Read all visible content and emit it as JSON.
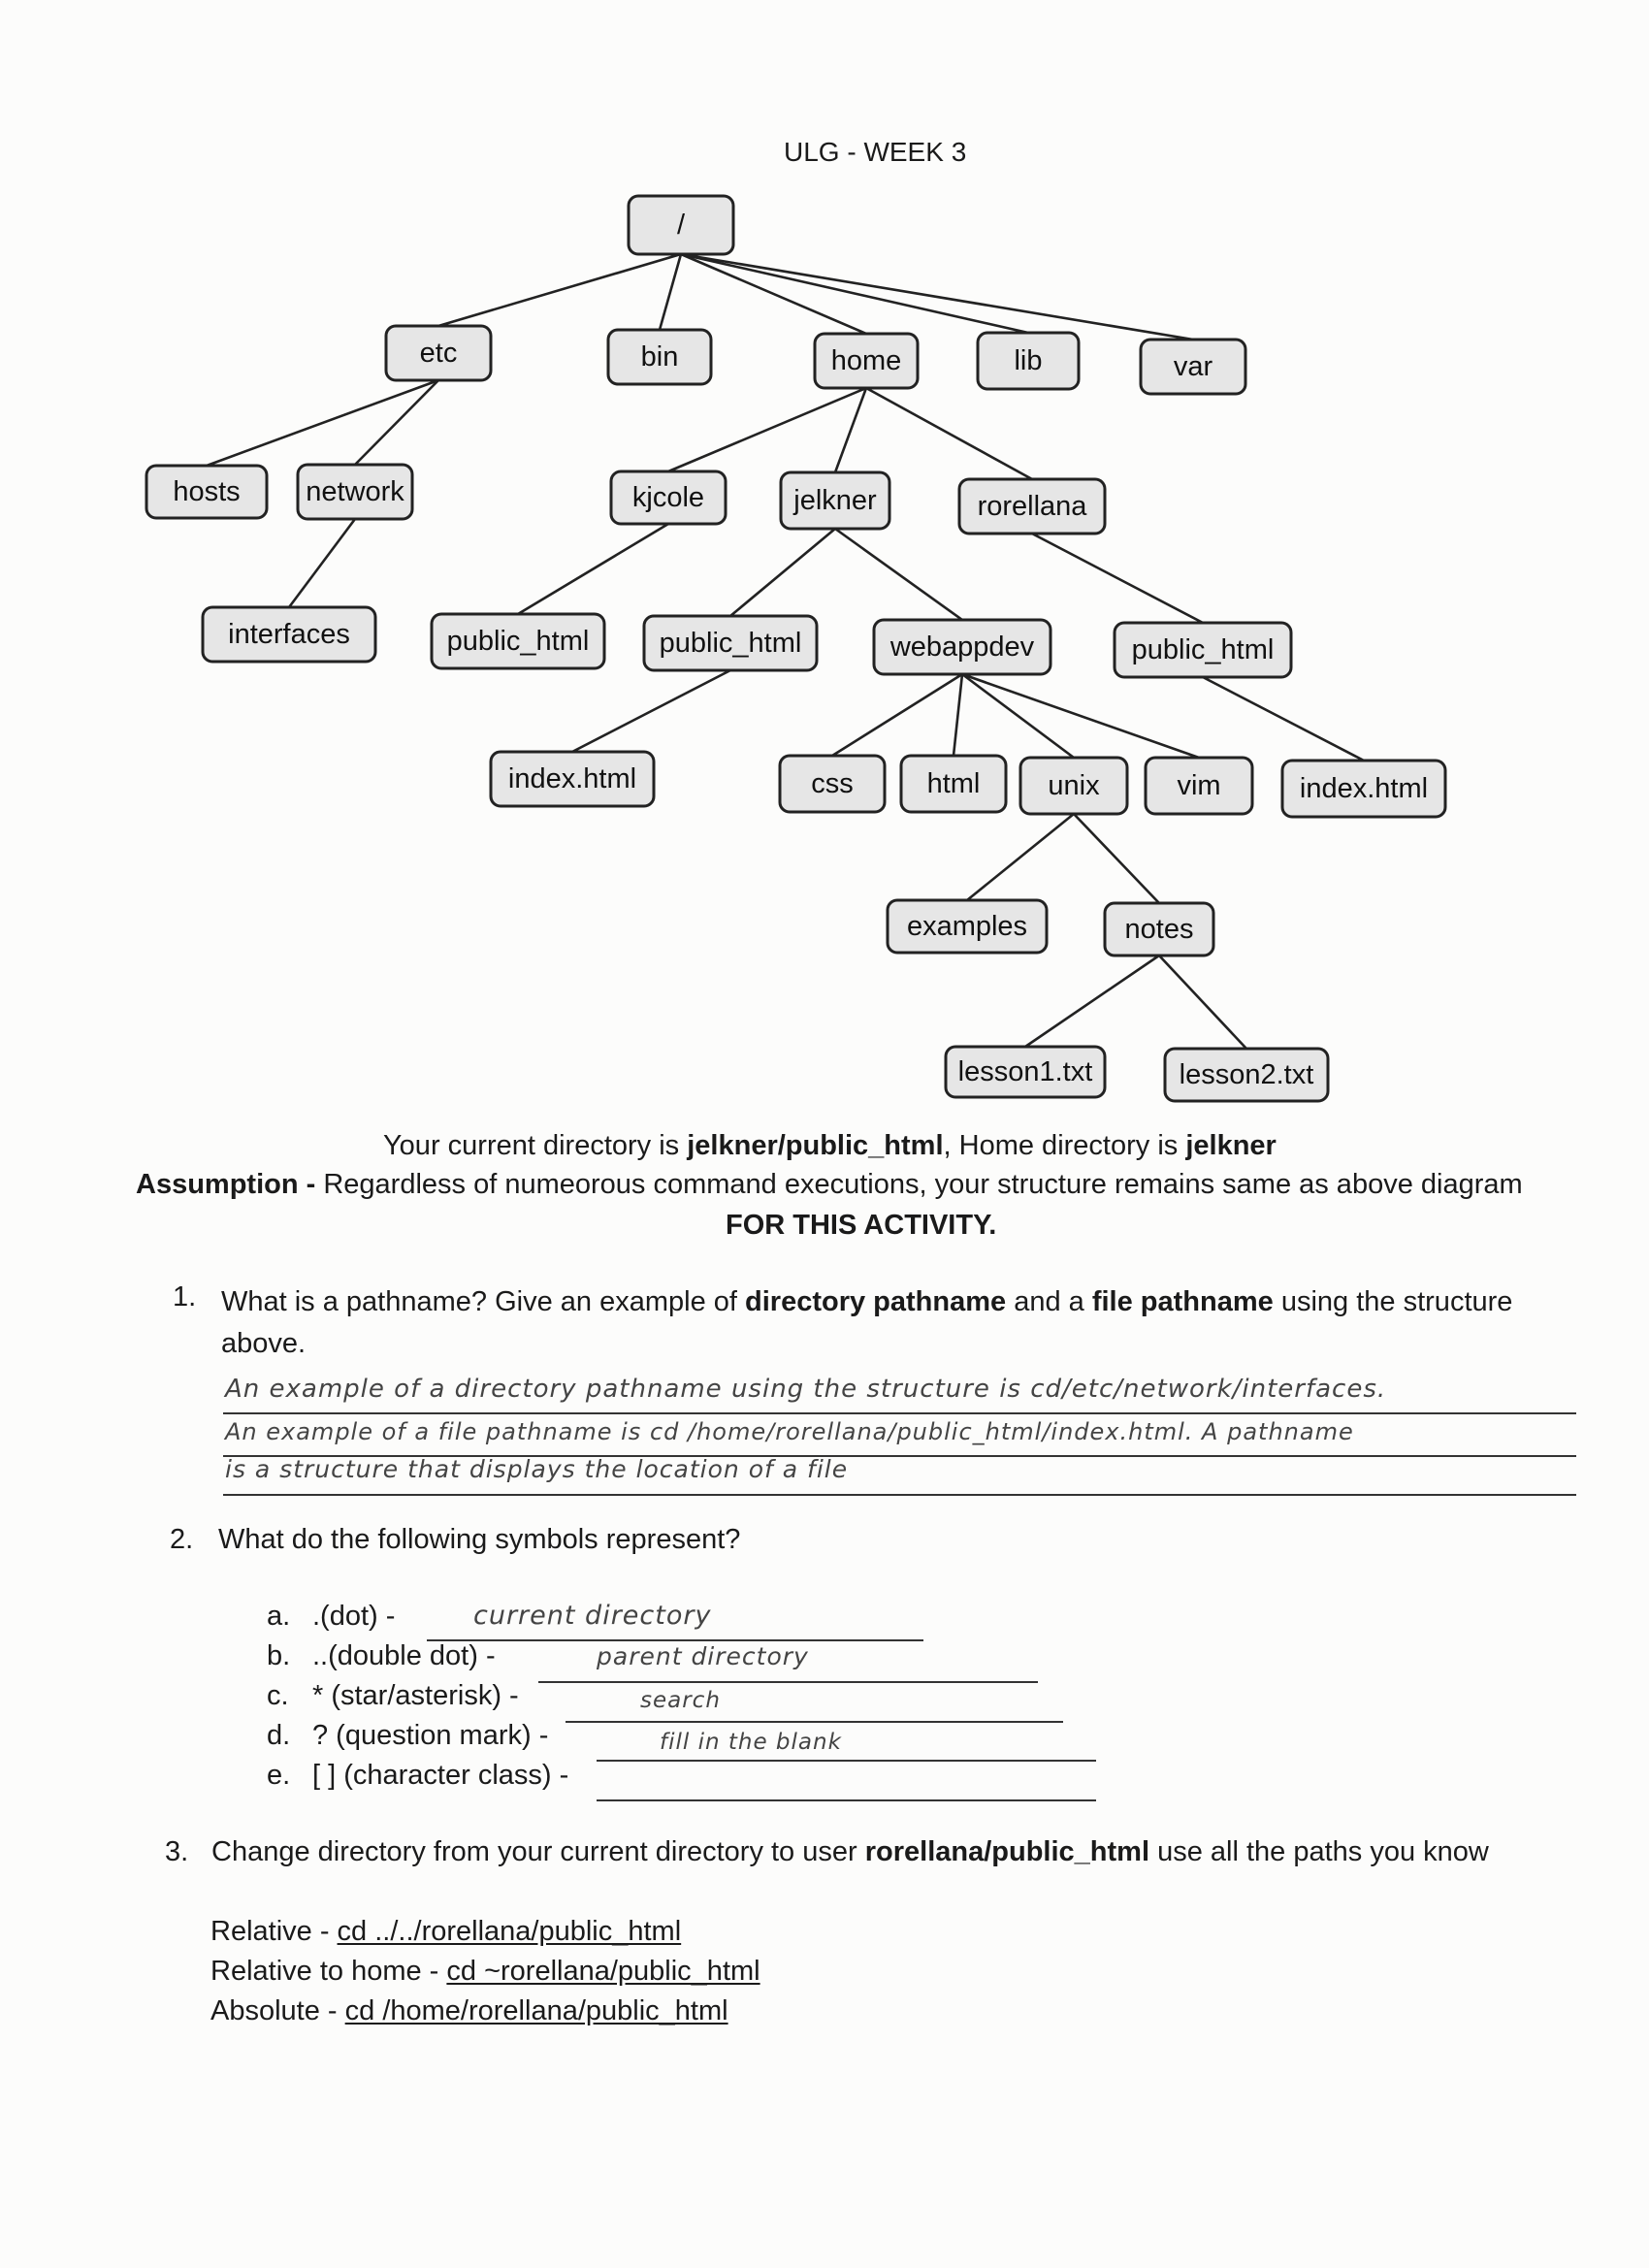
{
  "header": {
    "title": "ULG - WEEK 3"
  },
  "diagram": {
    "nodes": {
      "root": "/",
      "etc": "etc",
      "bin": "bin",
      "home": "home",
      "lib": "lib",
      "var": "var",
      "hosts": "hosts",
      "network": "network",
      "interfaces": "interfaces",
      "kjcole": "kjcole",
      "jelkner": "jelkner",
      "rorellana": "rorellana",
      "kj_public_html": "public_html",
      "je_public_html": "public_html",
      "webappdev": "webappdev",
      "ro_public_html": "public_html",
      "kj_index": "index.html",
      "css": "css",
      "html": "html",
      "unix": "unix",
      "vim": "vim",
      "ro_index": "index.html",
      "examples": "examples",
      "notes": "notes",
      "lesson1": "lesson1.txt",
      "lesson2": "lesson2.txt"
    }
  },
  "intro": {
    "current_prefix": "Your current directory is ",
    "current_dir": "jelkner/public_html",
    "home_prefix": ", Home directory is ",
    "home_dir": "jelkner",
    "assumption_label": "Assumption - ",
    "assumption_text": "Regardless of numeorous command executions, your structure remains same as above diagram",
    "activity": "FOR THIS ACTIVITY."
  },
  "q1": {
    "number": "1.",
    "text_a": "What is a pathname? Give an example of ",
    "bold_a": "directory pathname",
    "text_b": " and a ",
    "bold_b": "file pathname",
    "text_c": " using the structure above.",
    "answer_lines": [
      "An example of a directory pathname using the structure is cd/etc/network/interfaces.",
      "An example of a file pathname is cd /home/rorellana/public_html/index.html. A pathname",
      "is a structure that displays the location of a file"
    ]
  },
  "q2": {
    "number": "2.",
    "text": "What do the following symbols represent?",
    "items": [
      {
        "letter": "a.",
        "label": ".(dot) -",
        "answer": "current directory"
      },
      {
        "letter": "b.",
        "label": "..(double dot) -",
        "answer": "parent directory"
      },
      {
        "letter": "c.",
        "label": "* (star/asterisk) -",
        "answer": "search"
      },
      {
        "letter": "d.",
        "label": "? (question mark) -",
        "answer": "fill in the blank"
      },
      {
        "letter": "e.",
        "label": "[ ] (character class) -",
        "answer": ""
      }
    ]
  },
  "q3": {
    "number": "3.",
    "text_a": "Change directory from your current directory to user ",
    "bold": "rorellana/public_html",
    "text_b": " use all the paths you know",
    "paths": [
      {
        "label": "Relative - ",
        "value": "cd ../../rorellana/public_html"
      },
      {
        "label": "Relative to home - ",
        "value": "cd ~rorellana/public_html"
      },
      {
        "label": "Absolute - ",
        "value": "cd /home/rorellana/public_html"
      }
    ]
  }
}
